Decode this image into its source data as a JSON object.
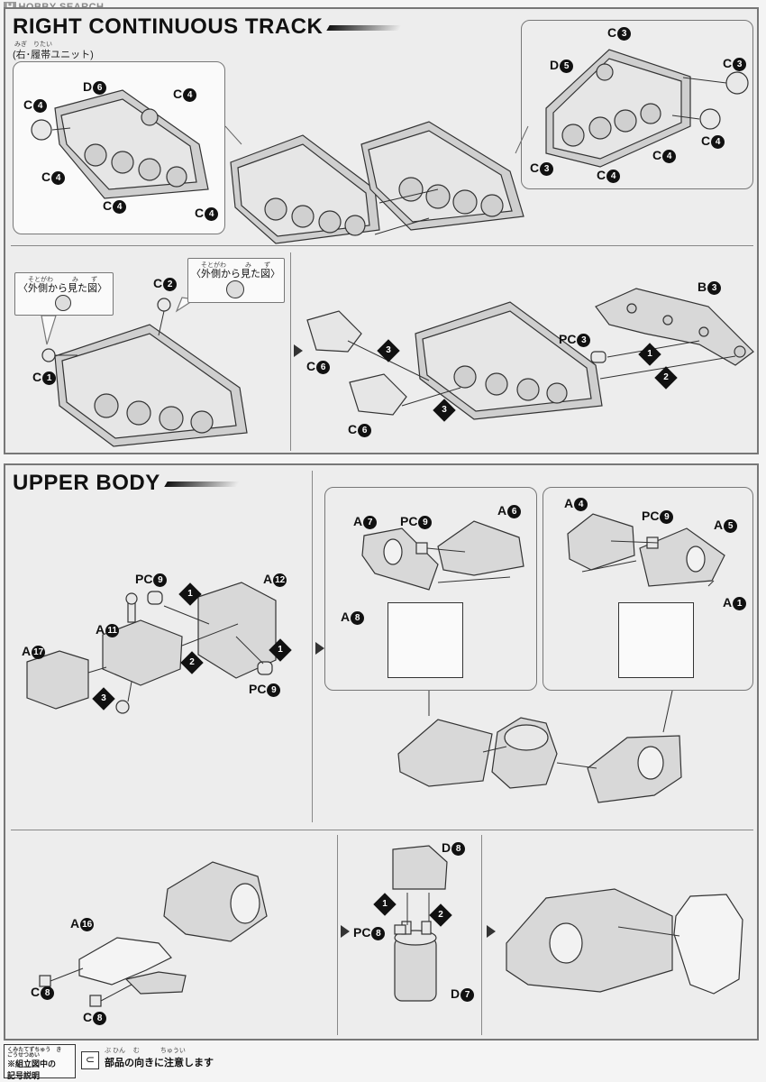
{
  "watermark": {
    "logo": "H",
    "text": "HOBBY SEARCH"
  },
  "track": {
    "title": "RIGHT CONTINUOUS TRACK",
    "subtitle": "(右･履帯ユニット)",
    "ruby": "みぎ　りたい",
    "outside_view_ruby": "そとがわ　　　み　　ず",
    "outside_view_label": "〈外側から見た図〉",
    "labels": {
      "c4": "C",
      "c4n": "4",
      "d6": "D",
      "d6n": "6",
      "c3": "C",
      "c3n": "3",
      "d5": "D",
      "d5n": "5",
      "c2": "C",
      "c2n": "2",
      "c1": "C",
      "c1n": "1",
      "b3": "B",
      "b3n": "3",
      "pc3": "PC",
      "pc3n": "3",
      "c6": "C",
      "c6n": "6"
    },
    "steps": [
      "1",
      "2",
      "3"
    ]
  },
  "upper": {
    "title": "UPPER BODY",
    "labels": {
      "pc9": "PC",
      "pc9n": "9",
      "a12": "A",
      "a12n": "12",
      "a11": "A",
      "a11n": "11",
      "a17": "A",
      "a17n": "17",
      "a7": "A",
      "a7n": "7",
      "a6": "A",
      "a6n": "6",
      "a8": "A",
      "a8n": "8",
      "a4": "A",
      "a4n": "4",
      "a5": "A",
      "a5n": "5",
      "a1": "A",
      "a1n": "1",
      "a16": "A",
      "a16n": "16",
      "c8": "C",
      "c8n": "8",
      "d8": "D",
      "d8n": "8",
      "pc8": "PC",
      "pc8n": "8",
      "d7": "D",
      "d7n": "7"
    },
    "steps": [
      "1",
      "2",
      "3"
    ]
  },
  "footer": {
    "legend_ruby": "くみたてずちゅう　き　ごうせつめい",
    "legend_line1": "※組立図中の",
    "legend_line2": "記号説明",
    "icon": "⊂",
    "note_ruby": "ぶ ひん　 む　　　 ちゅうい",
    "note": "部品の向きに注意します"
  }
}
